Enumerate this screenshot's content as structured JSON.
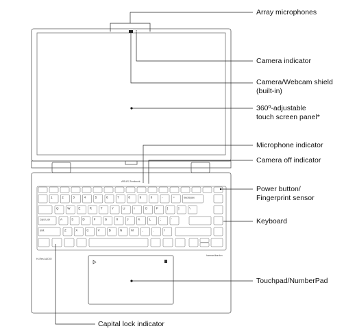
{
  "device": {
    "brand_text": "ASUS Zenbook",
    "speaker_brand": "harman/kardon",
    "sticker_text": "Hi-Res AUDIO"
  },
  "callouts": {
    "array_microphones": "Array microphones",
    "camera_indicator": "Camera indicator",
    "camera_shield_line1": "Camera/Webcam shield",
    "camera_shield_line2": "(built-in)",
    "touch_panel_line1": "360º-adjustable",
    "touch_panel_line2": "touch screen panel*",
    "microphone_indicator": "Microphone indicator",
    "camera_off_indicator": "Camera off indicator",
    "power_button_line1": "Power button/",
    "power_button_line2": "Fingerprint sensor",
    "keyboard": "Keyboard",
    "touchpad": "Touchpad/NumberPad",
    "capital_lock_indicator": "Capital lock indicator"
  },
  "keys": {
    "row1": [
      "1",
      "2",
      "3",
      "4",
      "5",
      "6",
      "7",
      "8",
      "9",
      "0",
      "-",
      "=",
      "Backspace"
    ],
    "row2": [
      "Q",
      "W",
      "E",
      "R",
      "T",
      "Y",
      "U",
      "I",
      "O",
      "P",
      "[",
      "]",
      "\\"
    ],
    "row3_first": "Caps Lock",
    "row3": [
      "A",
      "S",
      "D",
      "F",
      "G",
      "H",
      "J",
      "K",
      "L",
      ";",
      "'"
    ],
    "row4_first": "Shift",
    "row4": [
      "Z",
      "X",
      "C",
      "V",
      "B",
      "N",
      "M",
      ",",
      ".",
      "/"
    ]
  }
}
